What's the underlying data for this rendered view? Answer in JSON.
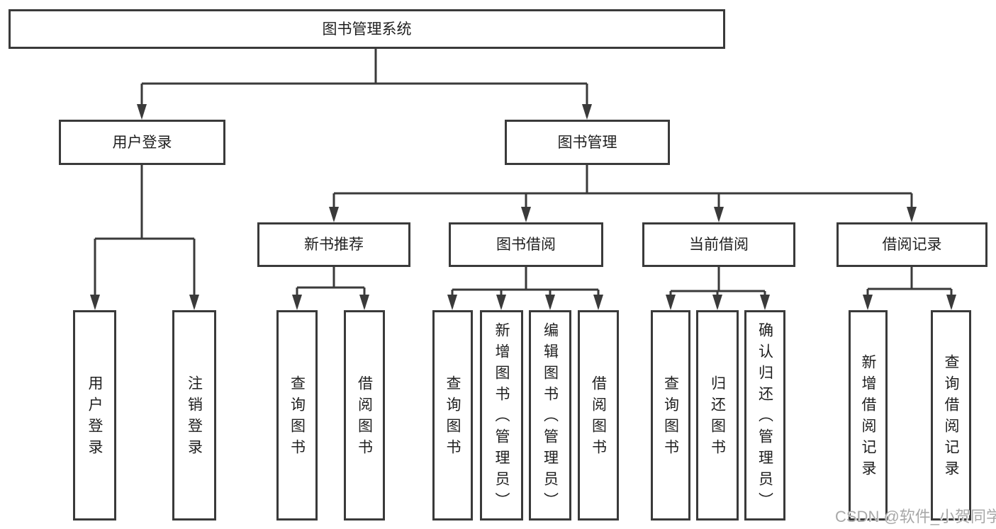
{
  "diagram": {
    "root": {
      "label": "图书管理系统"
    },
    "level2": {
      "user_login": {
        "label": "用户登录"
      },
      "book_mgmt": {
        "label": "图书管理"
      }
    },
    "level3": {
      "new_book_rec": {
        "label": "新书推荐"
      },
      "book_borrow": {
        "label": "图书借阅"
      },
      "current_borrow": {
        "label": "当前借阅"
      },
      "borrow_records": {
        "label": "借阅记录"
      }
    },
    "leaves": {
      "user_login_leaf": {
        "label": "用户登录"
      },
      "logout_leaf": {
        "label": "注销登录"
      },
      "rec_query": {
        "label": "查询图书"
      },
      "rec_borrow": {
        "label": "借阅图书"
      },
      "bb_query": {
        "label": "查询图书"
      },
      "bb_add": {
        "label": "新增图书（管理员）"
      },
      "bb_edit": {
        "label": "编辑图书（管理员）"
      },
      "bb_borrow": {
        "label": "借阅图书"
      },
      "cb_query": {
        "label": "查询图书"
      },
      "cb_return": {
        "label": "归还图书"
      },
      "cb_confirm": {
        "label": "确认归还（管理员）"
      },
      "br_add": {
        "label": "新增借阅记录"
      },
      "br_query": {
        "label": "查询借阅记录"
      }
    },
    "colors": {
      "line": "#3a3a3a",
      "box_border": "#3a3a3a",
      "text": "#1f1f1f",
      "watermark": "#a8a8a8",
      "background": "#ffffff"
    }
  },
  "watermark": {
    "text": "CSDN @软件_小贺同学"
  }
}
